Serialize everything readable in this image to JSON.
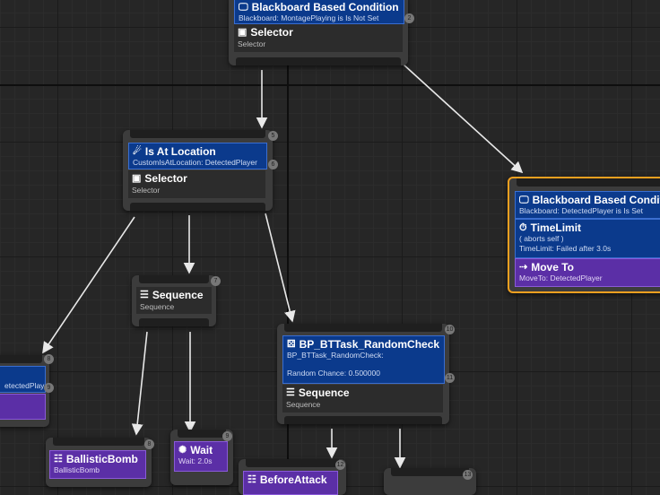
{
  "nodes": {
    "root": {
      "decorator_title": "Blackboard Based Condition",
      "decorator_sub": "Blackboard: MontagePlaying is Is Not Set",
      "decorator_idx": "2",
      "title": "Selector",
      "sub": "Selector"
    },
    "is_at_location": {
      "idx": "5",
      "decorator_title": "Is At Location",
      "decorator_sub": "CustomIsAtLocation: DetectedPlayer",
      "decorator_idx": "6",
      "title": "Selector",
      "sub": "Selector"
    },
    "right_bb": {
      "decorator_title": "Blackboard Based Condition",
      "decorator_sub": "Blackboard: DetectedPlayer is Is Set",
      "timelimit_title": "TimeLimit",
      "timelimit_sub1": "( aborts self )",
      "timelimit_sub2": "TimeLimit: Failed after 3.0s",
      "task_title": "Move To",
      "task_sub": "MoveTo: DetectedPlayer"
    },
    "sequence_mid": {
      "idx": "7",
      "title": "Sequence",
      "sub": "Sequence"
    },
    "random_check": {
      "idx": "10",
      "decorator_title": "BP_BTTask_RandomCheck",
      "decorator_sub": "BP_BTTask_RandomCheck:",
      "decorator_sub2": "Random Chance: 0.500000",
      "decorator_idx": "11",
      "title": "Sequence",
      "sub": "Sequence"
    },
    "left_partial": {
      "idx": "8",
      "decorator_sub": "etectedPlayer",
      "decorator_idx": "9"
    },
    "ballistic": {
      "idx": "8",
      "title": "BallisticBomb",
      "sub": "BallisticBomb"
    },
    "wait": {
      "idx": "9",
      "title": "Wait",
      "sub": "Wait: 2.0s"
    },
    "before_attack": {
      "idx": "12",
      "title": "BeforeAttack"
    },
    "bottom_right": {
      "idx": "13"
    }
  }
}
